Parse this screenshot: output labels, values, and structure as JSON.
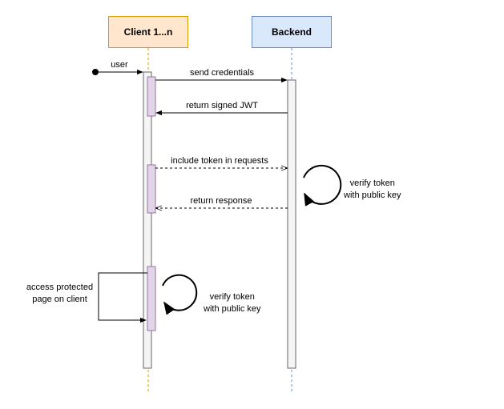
{
  "participants": {
    "client": "Client 1...n",
    "backend": "Backend"
  },
  "messages": {
    "user": "user",
    "send_credentials": "send credentials",
    "return_jwt": "return signed JWT",
    "include_token": "include token in requests",
    "return_response": "return response",
    "access_protected": [
      "access protected",
      "page on client"
    ]
  },
  "notes": {
    "verify_backend": [
      "verify token",
      "with public key"
    ],
    "verify_client": [
      "verify token",
      "with public key"
    ]
  },
  "colors": {
    "client_fill": "#ffe6cc",
    "client_stroke": "#d79b00",
    "backend_fill": "#dae8fc",
    "backend_stroke": "#6c8ebf",
    "activation_fill": "#e1d5e7",
    "activation_stroke": "#9673a6"
  }
}
